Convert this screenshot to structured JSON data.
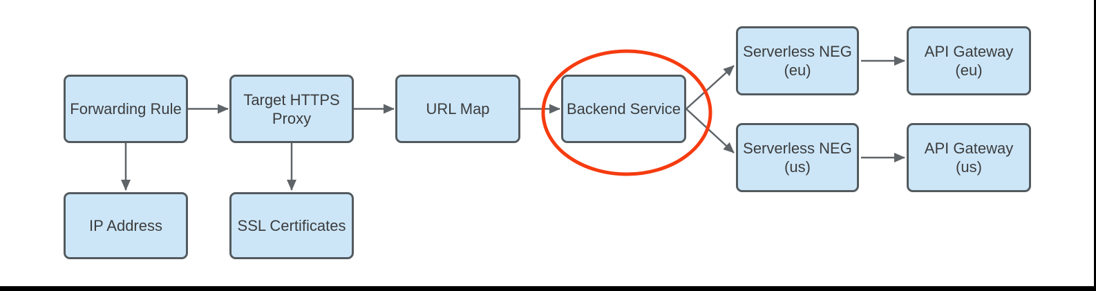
{
  "diagram": {
    "nodes": {
      "forwarding_rule": {
        "label": "Forwarding Rule"
      },
      "target_https_proxy": {
        "label": "Target HTTPS\nProxy"
      },
      "url_map": {
        "label": "URL Map"
      },
      "backend_service": {
        "label": "Backend Service"
      },
      "serverless_neg_eu": {
        "label": "Serverless NEG\n(eu)"
      },
      "api_gateway_eu": {
        "label": "API Gateway\n(eu)"
      },
      "serverless_neg_us": {
        "label": "Serverless NEG\n(us)"
      },
      "api_gateway_us": {
        "label": "API Gateway\n(us)"
      },
      "ip_address": {
        "label": "IP Address"
      },
      "ssl_certificates": {
        "label": "SSL Certificates"
      }
    },
    "edges": [
      {
        "from": "Forwarding Rule",
        "to": "Target HTTPS Proxy"
      },
      {
        "from": "Forwarding Rule",
        "to": "IP Address"
      },
      {
        "from": "Target HTTPS Proxy",
        "to": "URL Map"
      },
      {
        "from": "Target HTTPS Proxy",
        "to": "SSL Certificates"
      },
      {
        "from": "URL Map",
        "to": "Backend Service"
      },
      {
        "from": "Backend Service",
        "to": "Serverless NEG (eu)"
      },
      {
        "from": "Backend Service",
        "to": "Serverless NEG (us)"
      },
      {
        "from": "Serverless NEG (eu)",
        "to": "API Gateway (eu)"
      },
      {
        "from": "Serverless NEG (us)",
        "to": "API Gateway (us)"
      }
    ],
    "highlight": {
      "shape": "ellipse",
      "around": "Backend Service",
      "color": "#f53c10"
    },
    "colors": {
      "node_fill": "#cce6f8",
      "node_border": "#535a5e",
      "arrow": "#5f6468",
      "text": "#3c3c3c",
      "highlight": "#f53c10"
    }
  }
}
